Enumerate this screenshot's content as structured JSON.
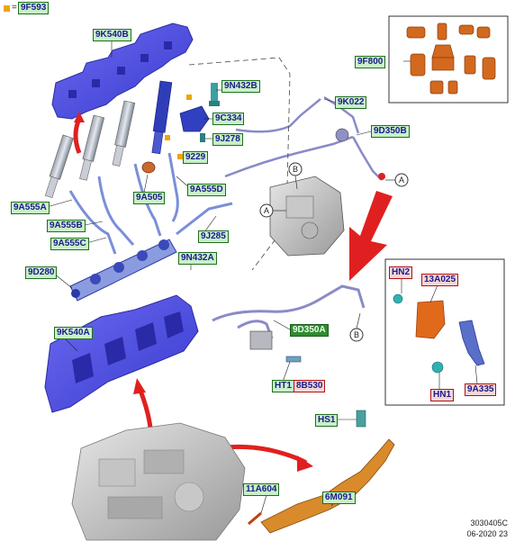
{
  "legend": {
    "symbol_color": "#f0a500",
    "text": "=",
    "code": "9F593"
  },
  "labels": {
    "p9K540B": "9K540B",
    "p9N432B": "9N432B",
    "p9K022": "9K022",
    "p9C334": "9C334",
    "p9D350B": "9D350B",
    "p9J278": "9J278",
    "p9229": "9229",
    "p9F800": "9F800",
    "p9A505": "9A505",
    "p9A555D": "9A555D",
    "p9A555A": "9A555A",
    "p9A555B": "9A555B",
    "p9J285": "9J285",
    "p9A555C": "9A555C",
    "p9N432A": "9N432A",
    "p9D280": "9D280",
    "pHN2": "HN2",
    "p13A025": "13A025",
    "p9K540A": "9K540A",
    "p9D350A": "9D350A",
    "pHT1": "HT1",
    "p8B530": "8B530",
    "pHN1": "HN1",
    "p9A335": "9A335",
    "pHS1": "HS1",
    "p11A604": "11A604",
    "p6M091": "6M091"
  },
  "callouts": {
    "a": "A",
    "b": "B"
  },
  "footer": {
    "ref": "3030405C",
    "date": "06-2020 23"
  },
  "colors": {
    "label_green": "#c8f0c8",
    "label_red_border": "#b01010",
    "shield_blue": "#5b5be8",
    "rail_blue": "#7b8fd8",
    "pipe_purple": "#8a8ac8",
    "arrow_red": "#e02020",
    "orange_parts": "#e06a1a",
    "harness_orange": "#d98a2a"
  }
}
